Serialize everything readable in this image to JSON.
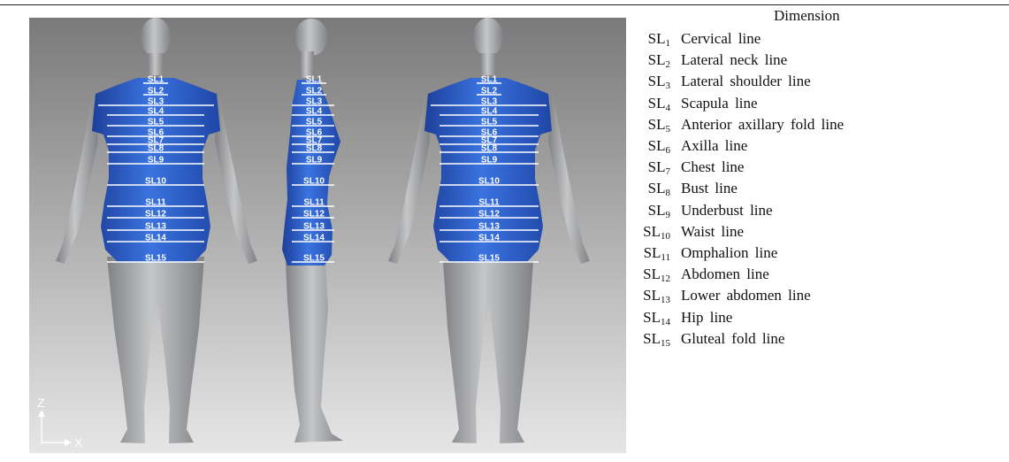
{
  "table": {
    "header": "Dimension",
    "rows": [
      {
        "code_main": "SL",
        "code_sub": "1",
        "name": "Cervical line"
      },
      {
        "code_main": "SL",
        "code_sub": "2",
        "name": "Lateral neck line"
      },
      {
        "code_main": "SL",
        "code_sub": "3",
        "name": "Lateral shoulder line"
      },
      {
        "code_main": "SL",
        "code_sub": "4",
        "name": "Scapula line"
      },
      {
        "code_main": "SL",
        "code_sub": "5",
        "name": "Anterior axillary fold line"
      },
      {
        "code_main": "SL",
        "code_sub": "6",
        "name": "Axilla line"
      },
      {
        "code_main": "SL",
        "code_sub": "7",
        "name": "Chest line"
      },
      {
        "code_main": "SL",
        "code_sub": "8",
        "name": "Bust line"
      },
      {
        "code_main": "SL",
        "code_sub": "9",
        "name": "Underbust line"
      },
      {
        "code_main": "SL",
        "code_sub": "10",
        "name": "Waist line"
      },
      {
        "code_main": "SL",
        "code_sub": "11",
        "name": "Omphalion line"
      },
      {
        "code_main": "SL",
        "code_sub": "12",
        "name": "Abdomen line"
      },
      {
        "code_main": "SL",
        "code_sub": "13",
        "name": "Lower abdomen line"
      },
      {
        "code_main": "SL",
        "code_sub": "14",
        "name": "Hip line"
      },
      {
        "code_main": "SL",
        "code_sub": "15",
        "name": "Gluteal fold line"
      }
    ]
  },
  "figure": {
    "views": [
      "front",
      "side",
      "back"
    ],
    "line_labels": [
      "SL1",
      "SL2",
      "SL3",
      "SL4",
      "SL5",
      "SL6",
      "SL7",
      "SL8",
      "SL9",
      "SL10",
      "SL11",
      "SL12",
      "SL13",
      "SL14",
      "SL15"
    ],
    "axis": {
      "vertical": "Z",
      "horizontal": "X"
    },
    "colors": {
      "background_top": "#7a7a7a",
      "background_bottom": "#e6e6e6",
      "body": "#9ea0a3",
      "garment": "#2f63d0",
      "line": "#ffffff"
    }
  }
}
